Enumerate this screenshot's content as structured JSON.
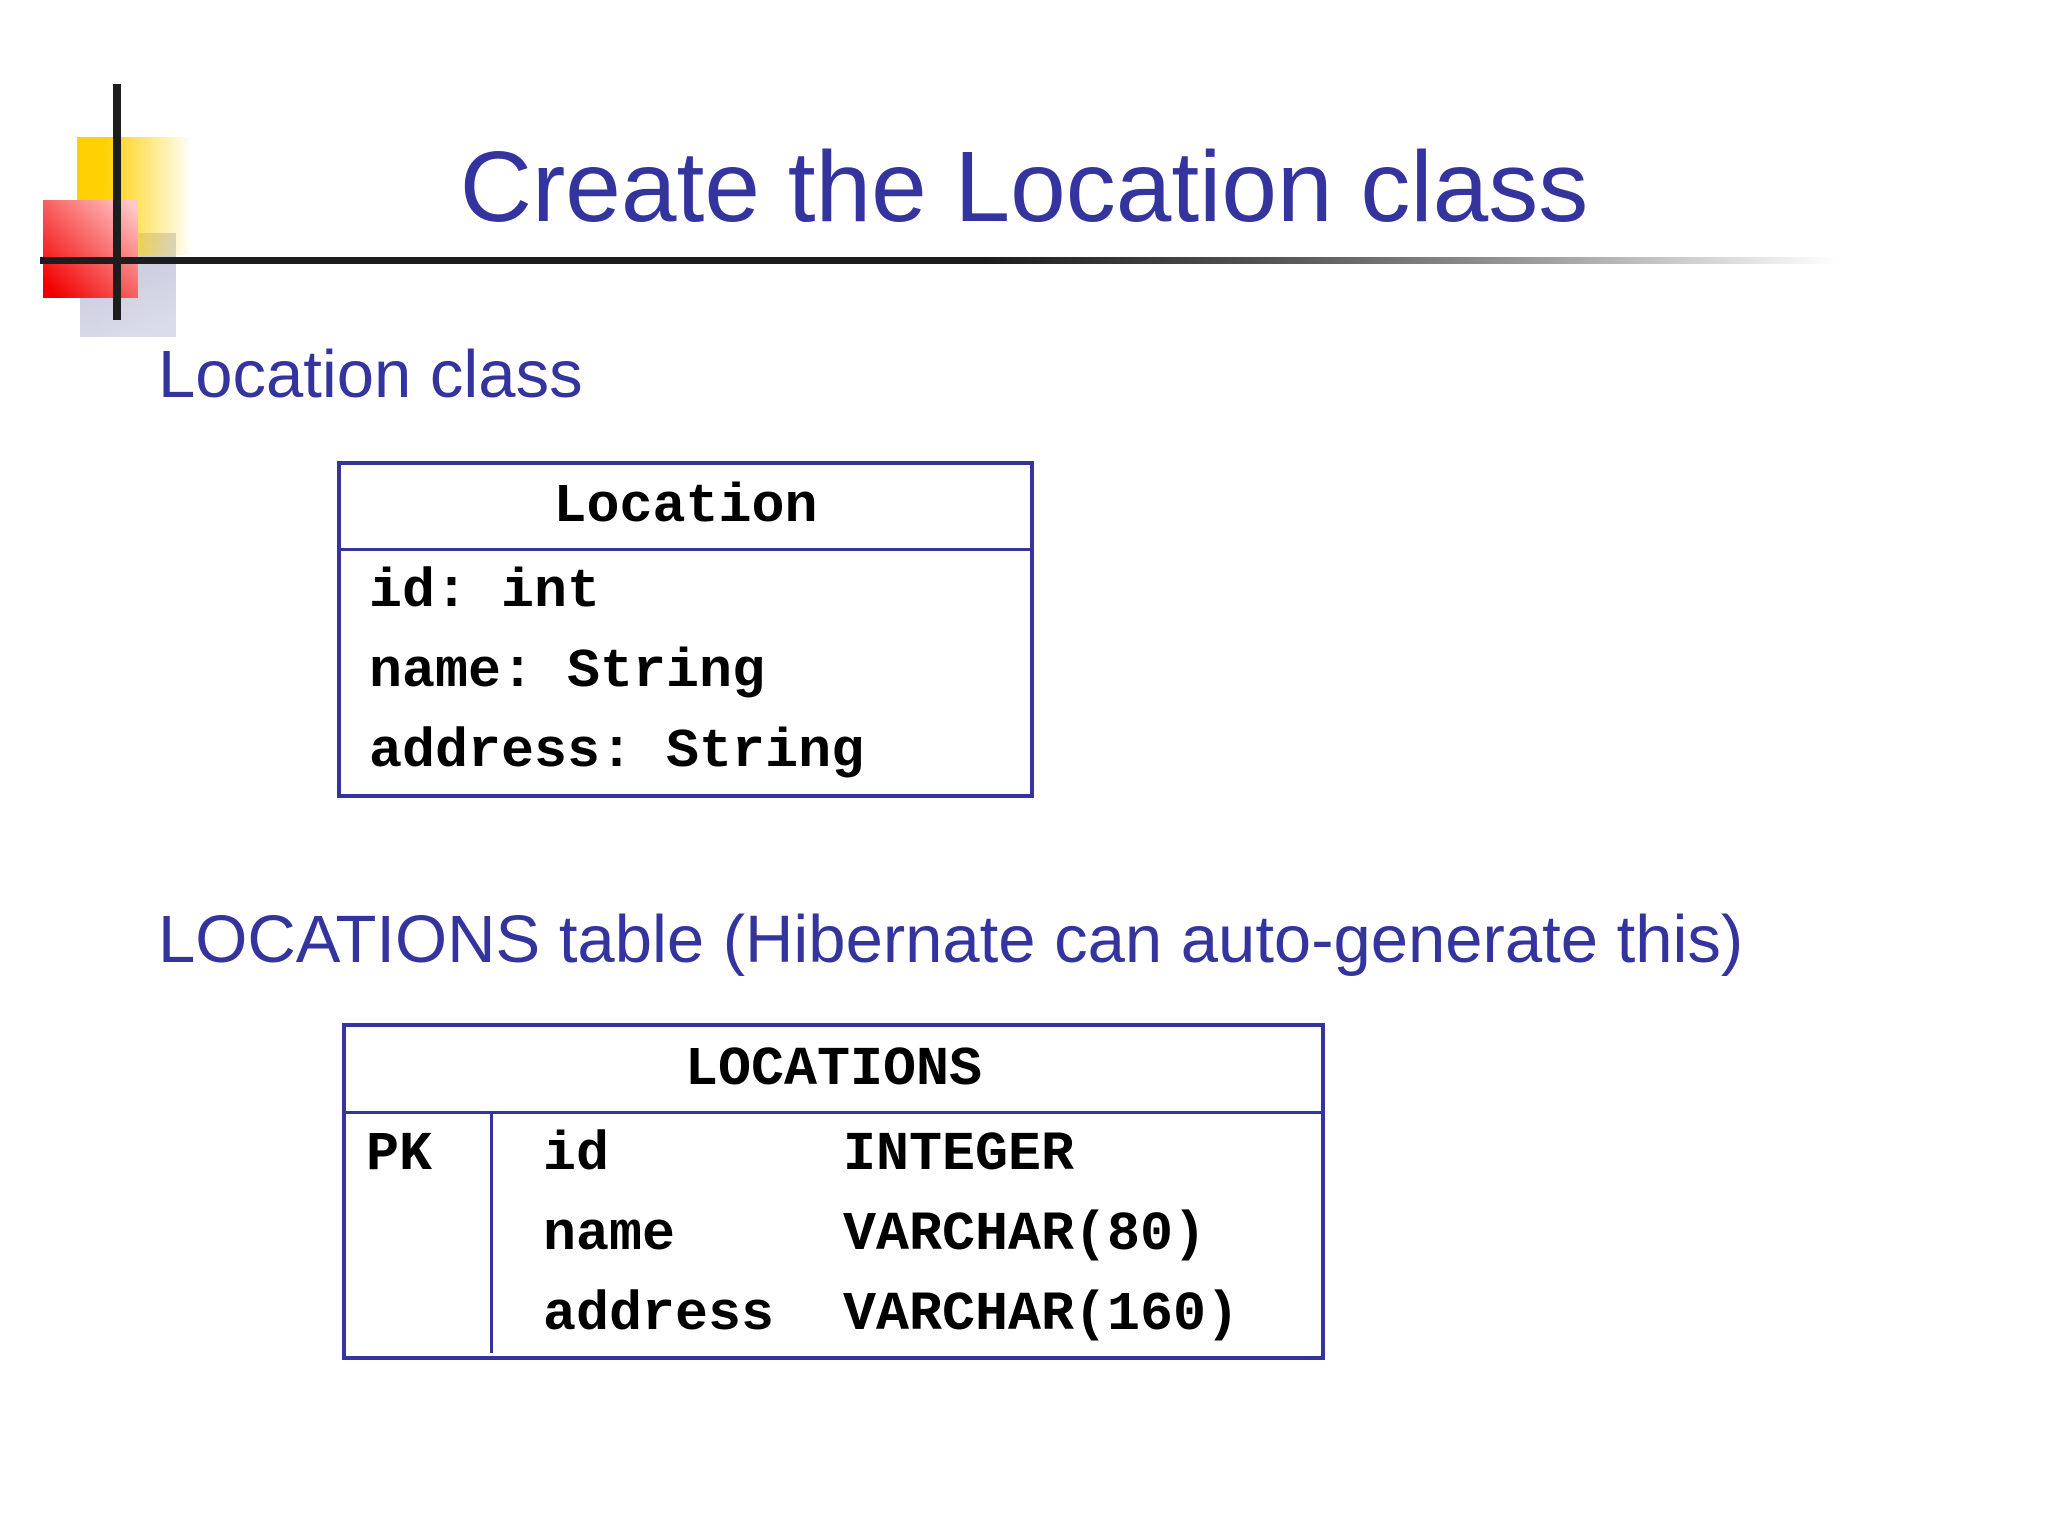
{
  "colors": {
    "accent_blue": "#34349e",
    "box_border": "#34349c",
    "text_black": "#000000",
    "line_black": "#1d1d1d",
    "deco_yellow": "#ffd104",
    "deco_red": "#f20000",
    "deco_lavender": "#c6c8de"
  },
  "title": "Create the Location class",
  "sections": {
    "class_heading": "Location class",
    "table_heading": "LOCATIONS table (Hibernate can auto-generate this)"
  },
  "class_diagram": {
    "name": "Location",
    "attributes": [
      "id: int",
      "name: String",
      "address: String"
    ]
  },
  "db_table": {
    "name": "LOCATIONS",
    "key_label": "PK",
    "columns": [
      {
        "name": "id",
        "type": "INTEGER"
      },
      {
        "name": "name",
        "type": "VARCHAR(80)"
      },
      {
        "name": "address",
        "type": "VARCHAR(160)"
      }
    ]
  }
}
